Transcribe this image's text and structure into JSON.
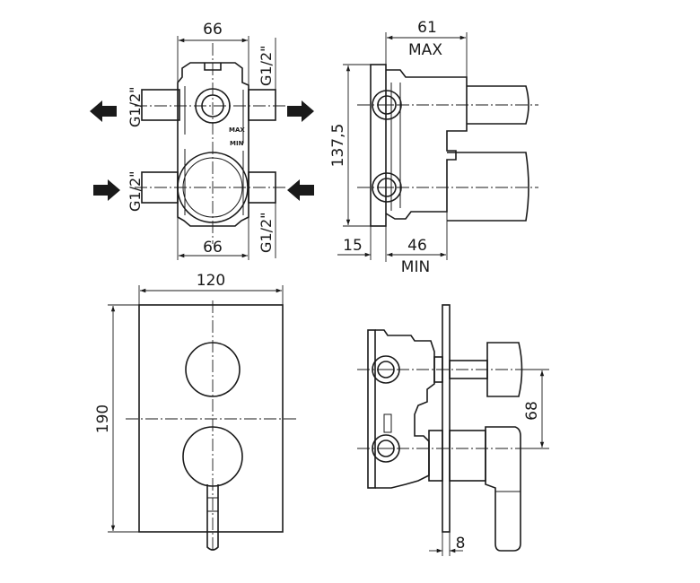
{
  "dimensions": {
    "top_width": "66",
    "bottom_width": "66",
    "side_max_depth": "61",
    "max_label": "MAX",
    "height": "137,5",
    "wall_offset": "15",
    "min_depth": "46",
    "min_label": "MIN",
    "plate_width": "120",
    "plate_height": "190",
    "handle_spacing": "68",
    "plate_thickness": "8"
  },
  "threads": {
    "top_right": "G1/2\"",
    "upper_left": "G1/2\"",
    "lower_left": "G1/2\"",
    "bottom_right": "G1/2\""
  },
  "body_marks": {
    "max": "MAX",
    "min": "MIN"
  }
}
